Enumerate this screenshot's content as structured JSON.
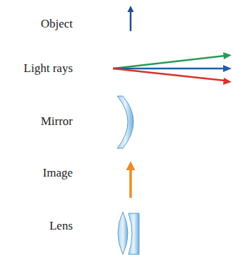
{
  "diagram": {
    "legend": [
      {
        "text": "Object"
      },
      {
        "text": "Light rays"
      },
      {
        "text": "Mirror"
      },
      {
        "text": "Image"
      },
      {
        "text": "Lens"
      }
    ]
  }
}
